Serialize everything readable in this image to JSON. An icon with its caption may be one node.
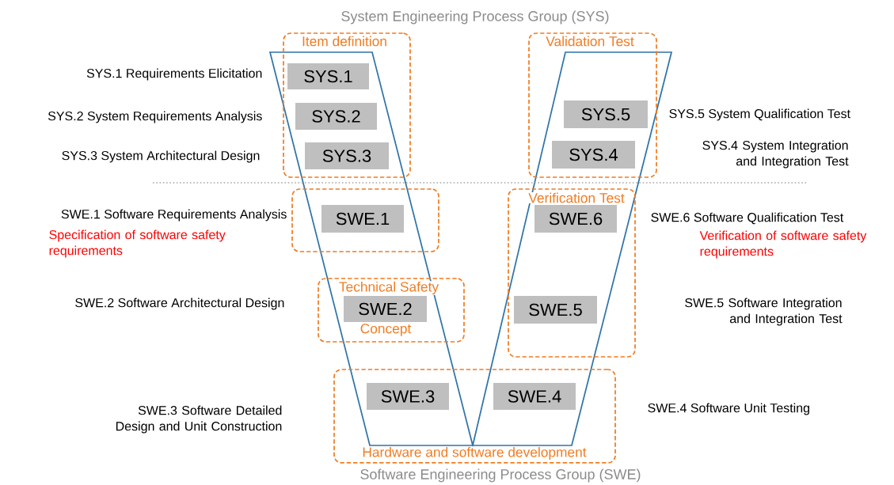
{
  "diagram": {
    "title": "System Engineering Process Group (SYS)",
    "caption": "Software Engineering Process Group (SWE)",
    "nodes": [
      {
        "text": [
          "Item definition"
        ]
      },
      {
        "text": [
          "SYS.1"
        ],
        "in": 0,
        "beside": [
          "SYS.1 Requirements Elicitation"
        ]
      },
      {
        "text": [
          "SYS.2"
        ],
        "in": 0,
        "beside": [
          "SYS.2 System Requirements Analysis"
        ]
      },
      {
        "text": [
          "SYS.3"
        ],
        "in": 0,
        "beside": [
          "SYS.3 System Architectural Design"
        ]
      },
      {
        "text": [
          "Validation Test"
        ]
      },
      {
        "text": [
          "SYS.5"
        ],
        "in": 4,
        "beside": [
          "SYS.5 System Qualification Test"
        ]
      },
      {
        "text": [
          "SYS.4"
        ],
        "in": 4
      },
      {
        "text": [],
        "shape": "box"
      },
      {
        "text": [
          "SWE.1"
        ],
        "in": 7,
        "beside": [
          "SWE.1 Software Requirements Analysis",
          "Specification of software safety requirements"
        ]
      },
      {
        "text": [
          "Verification Test"
        ]
      },
      {
        "text": [
          "SWE.6"
        ],
        "in": 9,
        "beside": [
          "SWE.6 Software Qualification Test",
          "Verification of software safety requirements"
        ]
      },
      {
        "text": [
          "Technical Safety",
          "Concept"
        ]
      },
      {
        "text": [
          "SWE.2"
        ],
        "in": 11
      },
      {
        "text": [
          "SWE.5"
        ],
        "in": 9
      },
      {
        "text": [
          "Hardware and software development"
        ]
      },
      {
        "text": [
          "SWE.3"
        ],
        "in": 14
      },
      {
        "text": [
          "SWE.4"
        ],
        "in": 14
      }
    ],
    "labels": [
      "SYS.4 System Integration and Integration Test",
      "SWE.2 Software Architectural Design",
      "SWE.5 Software Integration and Integration Test",
      "SWE.3 Software Detailed Design and Unit Construction",
      "SWE.4 Software Unit Testing"
    ]
  }
}
